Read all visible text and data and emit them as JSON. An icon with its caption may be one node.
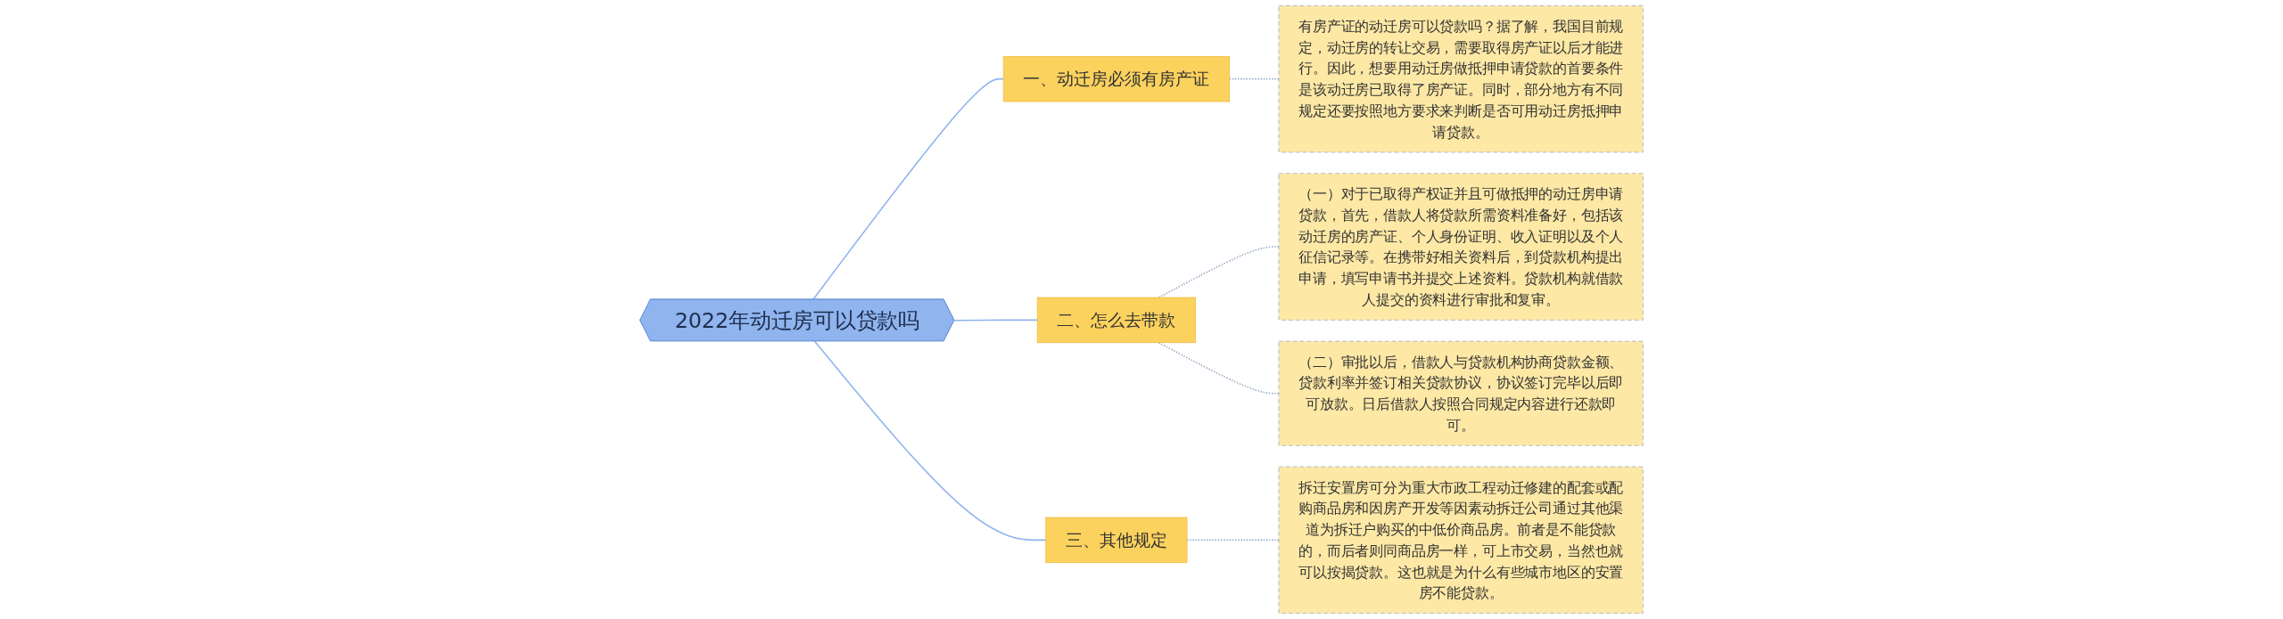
{
  "diagram": {
    "nodes": [
      {
        "text": [
          "2022年动迁房可以贷款吗"
        ]
      },
      {
        "text": [
          "一、动迁房必须有房产证"
        ]
      },
      {
        "text": [
          "有房产证的动迁房可以贷款吗？据了解，我国目前规定，动迁房的转让交易，需要取得房产证以后才能进行。因此，想要用动迁房做抵押申请贷款的首要条件是该动迁房已取得了房产证。同时，部分地方有不同规定还要按照地方要求来判断是否可用动迁房抵押申请贷款。"
        ]
      },
      {
        "text": [
          "二、怎么去带款"
        ]
      },
      {
        "text": [
          "（一）对于已取得产权证并且可做抵押的动迁房申请贷款，首先，借款人将贷款所需资料准备好，包括该动迁房的房产证、个人身份证明、收入证明以及个人征信记录等。在携带好相关资料后，到贷款机构提出申请，填写申请书并提交上述资料。贷款机构就借款人提交的资料进行审批和复审。"
        ]
      },
      {
        "text": [
          "（二）审批以后，借款人与贷款机构协商贷款金额、贷款利率并签订相关贷款协议，协议签订完毕以后即可放款。日后借款人按照合同规定内容进行还款即可。"
        ]
      },
      {
        "text": [
          "三、其他规定"
        ]
      },
      {
        "text": [
          "拆迁安置房可分为重大市政工程动迁修建的配套或配购商品房和因房产开发等因素动拆迁公司通过其他渠道为拆迁户购买的中低价商品房。前者是不能贷款的，而后者则同商品房一样，可上市交易，当然也就可以按揭贷款。这也就是为什么有些城市地区的安置房不能贷款。"
        ]
      }
    ],
    "edges": [
      {
        "from": 0,
        "to": 1,
        "arrow": "none"
      },
      {
        "from": 1,
        "to": 2,
        "arrow": "none",
        "style": "dashed"
      },
      {
        "from": 0,
        "to": 3,
        "arrow": "none"
      },
      {
        "from": 3,
        "to": 4,
        "arrow": "none",
        "style": "dashed"
      },
      {
        "from": 3,
        "to": 5,
        "arrow": "none",
        "style": "dashed"
      },
      {
        "from": 0,
        "to": 6,
        "arrow": "none"
      },
      {
        "from": 6,
        "to": 7,
        "arrow": "none",
        "style": "dashed"
      }
    ]
  }
}
